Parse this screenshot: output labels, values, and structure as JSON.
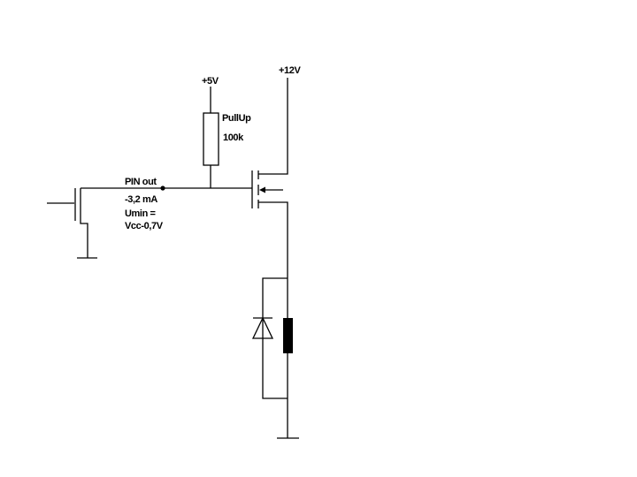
{
  "diagram": {
    "type": "circuit-schematic",
    "labels": {
      "supply_5v": "+5V",
      "supply_12v": "+12V",
      "pullup_name": "PullUp",
      "pullup_value": "100k",
      "pin_out": "PIN out",
      "current": "-3,2 mA",
      "umin_line1": "Umin =",
      "umin_line2": "Vcc-0,7V"
    },
    "components": [
      {
        "id": "Q1",
        "kind": "n-mosfet",
        "role": "input transistor, source to ground"
      },
      {
        "id": "R1",
        "kind": "resistor",
        "label": "PullUp",
        "value": "100k",
        "to": "+5V"
      },
      {
        "id": "Q2",
        "kind": "mosfet",
        "role": "high-side switch",
        "drain": "+12V"
      },
      {
        "id": "D1",
        "kind": "diode",
        "role": "flyback diode"
      },
      {
        "id": "L1",
        "kind": "inductor/relay coil",
        "role": "load"
      }
    ],
    "nets": [
      "+5V",
      "+12V",
      "PIN out",
      "GND"
    ]
  }
}
